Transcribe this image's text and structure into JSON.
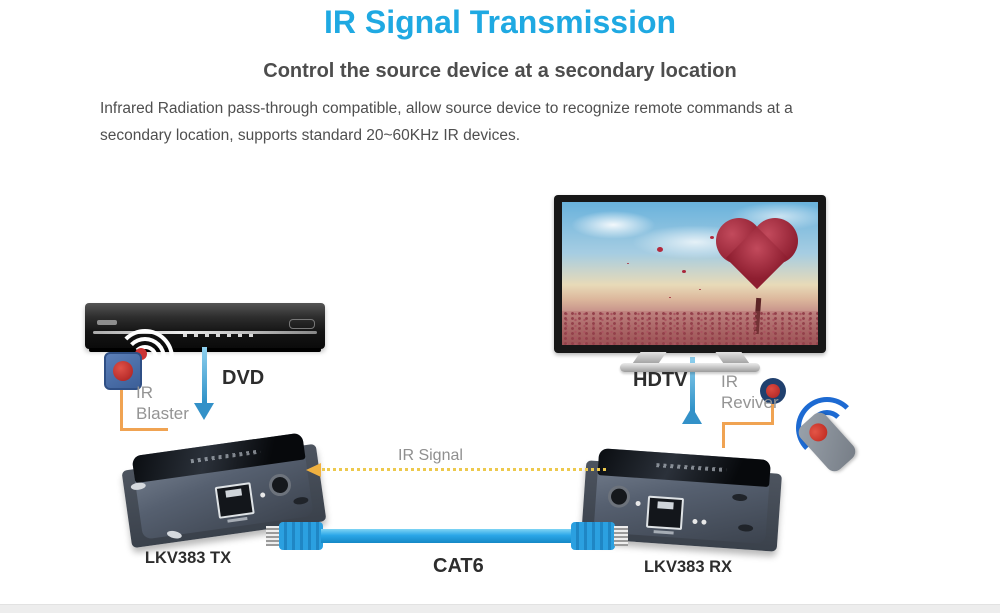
{
  "header": {
    "title": "IR Signal Transmission",
    "subtitle": "Control the source device at a secondary location",
    "description_line1": "Infrared Radiation pass-through compatible, allow source device to recognize remote commands at a",
    "description_line2": "secondary location, supports standard 20~60KHz IR devices."
  },
  "diagram": {
    "source_device_label": "DVD",
    "display_device_label": "HDTV",
    "ir_blaster_label": "IR\nBlaster",
    "ir_receiver_label": "IR\nReviver",
    "ir_signal_label": "IR Signal",
    "cable_label": "CAT6",
    "transmitter_label": "LKV383 TX",
    "receiver_label": "LKV383 RX"
  },
  "colors": {
    "title": "#1fa9e2",
    "arrow_blue": "#3391c8",
    "cable_blue": "#2ba7e8",
    "ir_cable_orange": "#f0a352",
    "ir_signal_yellow": "#edc94d",
    "indicator_red": "#cc3333",
    "remote_signal_blue": "#1d6ad2"
  }
}
